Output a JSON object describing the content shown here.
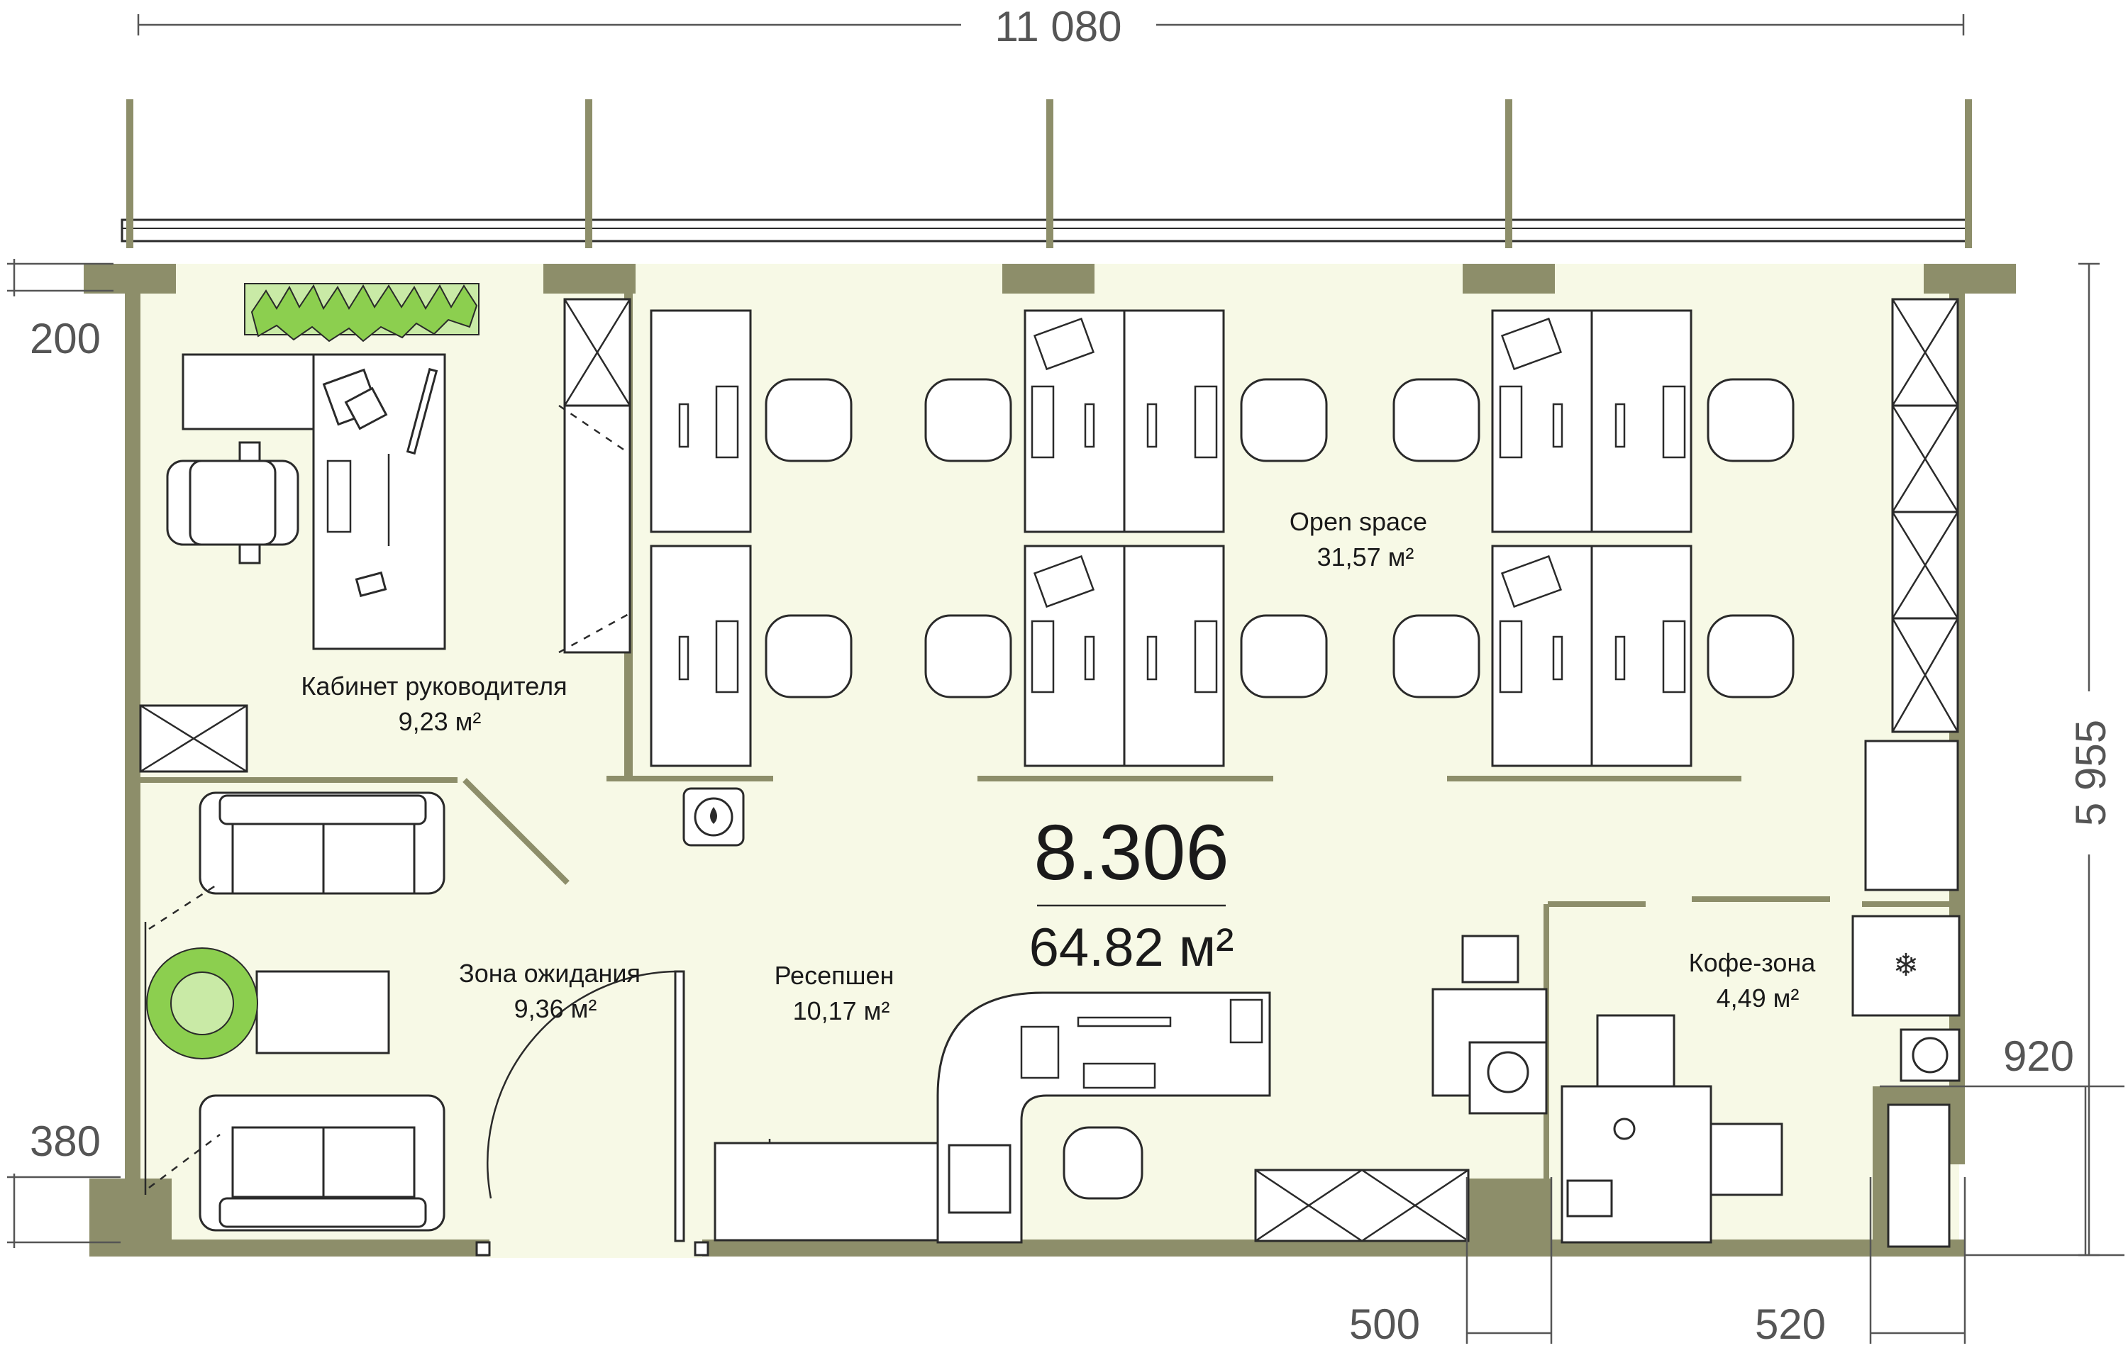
{
  "unit": {
    "number": "8.306",
    "area": "64.82 м²"
  },
  "dimensions": {
    "width": "11 080",
    "height": "5 955",
    "top_left": "200",
    "bottom_left": "380",
    "right_mid": "920",
    "bottom_mid": "500",
    "bottom_right": "520"
  },
  "rooms": {
    "director": {
      "name": "Кабинет руководителя",
      "area": "9,23 м²"
    },
    "waiting": {
      "name": "Зона ожидания",
      "area": "9,36 м²"
    },
    "reception": {
      "name": "Ресепшен",
      "area": "10,17 м²"
    },
    "open_space": {
      "name": "Open space",
      "area": "31,57 м²"
    },
    "coffee": {
      "name": "Кофе-зона",
      "area": "4,49 м²"
    }
  },
  "colors": {
    "wall": "#8d8e6a",
    "floor": "#f7f9e6",
    "line": "#2a2a2a",
    "plant": "#8ccf4f",
    "dimension": "#555555"
  },
  "icons": [
    "snowflake-icon",
    "water-drop-icon",
    "plant-icon",
    "armchair-icon"
  ]
}
